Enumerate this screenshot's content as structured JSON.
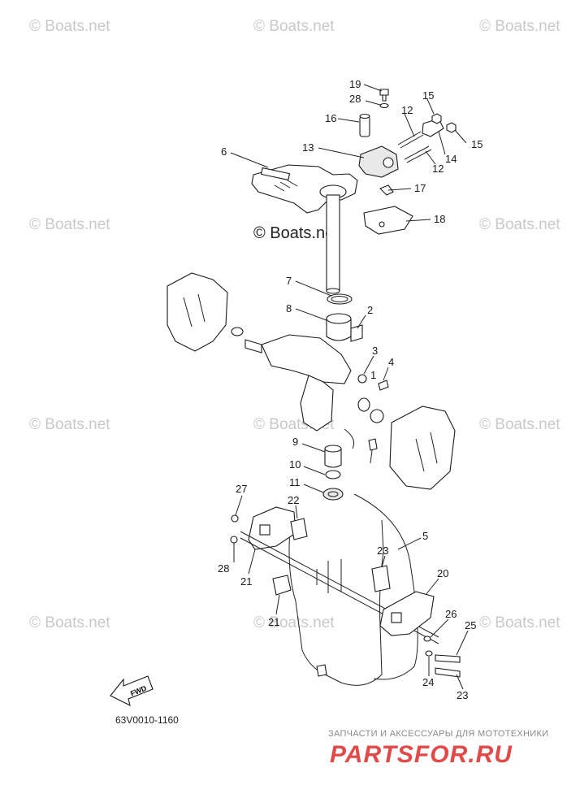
{
  "watermarks": {
    "text": "© Boats.net",
    "center": "© Boats.net"
  },
  "callouts": [
    "1",
    "2",
    "3",
    "4",
    "5",
    "6",
    "7",
    "8",
    "9",
    "10",
    "11",
    "12",
    "12",
    "13",
    "14",
    "15",
    "15",
    "16",
    "17",
    "18",
    "19",
    "20",
    "21",
    "21",
    "22",
    "23",
    "23",
    "24",
    "25",
    "26",
    "27",
    "28",
    "28"
  ],
  "fwd_label": "FWD",
  "diagram_code": "63V0010-1160",
  "brand": {
    "tagline": "ЗАПЧАСТИ И АКСЕССУАРЫ ДЛЯ МОТОТЕХНИКИ",
    "logo": "PARTSFOR.RU"
  }
}
